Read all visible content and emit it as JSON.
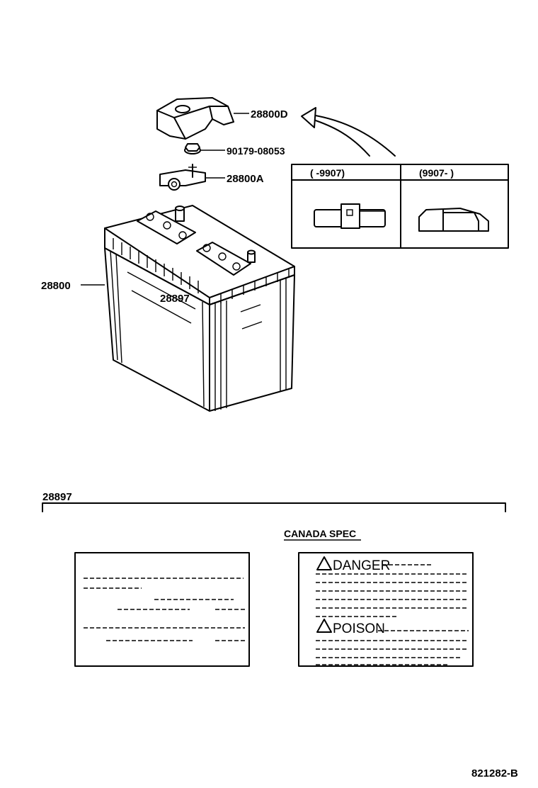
{
  "callouts": {
    "cover": "28800D",
    "nut": "90179-08053",
    "clamp": "28800A",
    "battery": "28800",
    "label": "28897"
  },
  "variants": {
    "col1": "(        -9907)",
    "col2": "(9907-        )"
  },
  "label_section": {
    "title": "28897",
    "canada_spec": "CANADA SPEC",
    "danger": "DANGER",
    "poison": "POISON"
  },
  "figure_id": "821282-B"
}
